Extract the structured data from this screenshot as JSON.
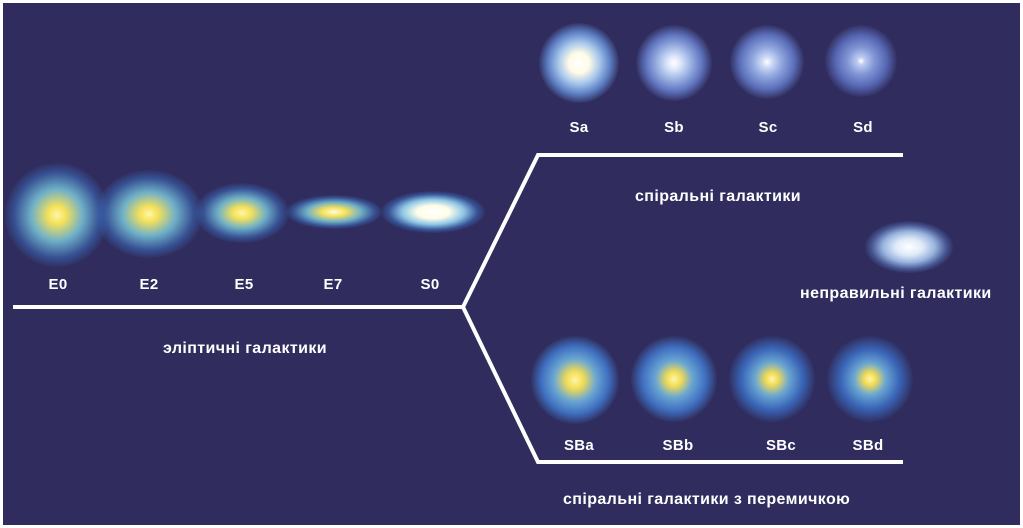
{
  "elliptical": {
    "items": [
      {
        "label": "E0"
      },
      {
        "label": "E2"
      },
      {
        "label": "E5"
      },
      {
        "label": "E7"
      },
      {
        "label": "S0"
      }
    ],
    "title": "эліптичні галактики"
  },
  "spiral": {
    "items": [
      {
        "label": "Sa"
      },
      {
        "label": "Sb"
      },
      {
        "label": "Sc"
      },
      {
        "label": "Sd"
      }
    ],
    "title": "спіральні галактики"
  },
  "irregular": {
    "title": "неправильні галактики"
  },
  "barred": {
    "items": [
      {
        "label": "SBa"
      },
      {
        "label": "SBb"
      },
      {
        "label": "SBc"
      },
      {
        "label": "SBd"
      }
    ],
    "title": "спіральні галактики з перемичкою"
  },
  "colors": {
    "background": "#302d5e",
    "lines": "#ffffff",
    "galaxy_core": "#fff8b0",
    "galaxy_halo": "#4f8ac8"
  }
}
